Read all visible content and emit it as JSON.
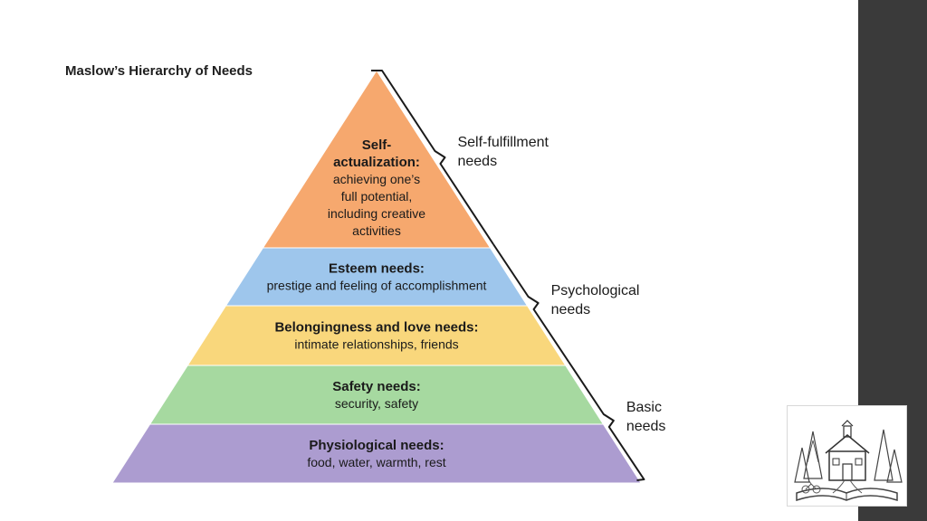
{
  "slide": {
    "title": "Maslow’s Hierarchy of Needs"
  },
  "pyramid": {
    "tiers": [
      {
        "title_lines": [
          "Self-",
          "actualization:"
        ],
        "desc_lines": [
          "achieving one’s",
          "full potential,",
          "including creative",
          "activities"
        ],
        "color": "#F6A86E"
      },
      {
        "title_lines": [
          "Esteem needs:"
        ],
        "desc_lines": [
          "prestige and feeling of accomplishment"
        ],
        "color": "#9EC6EC"
      },
      {
        "title_lines": [
          "Belongingness and love needs:"
        ],
        "desc_lines": [
          "intimate relationships, friends"
        ],
        "color": "#F9D77C"
      },
      {
        "title_lines": [
          "Safety needs:"
        ],
        "desc_lines": [
          "security, safety"
        ],
        "color": "#A6D9A0"
      },
      {
        "title_lines": [
          "Physiological needs:"
        ],
        "desc_lines": [
          "food, water, warmth, rest"
        ],
        "color": "#AC9CD0"
      }
    ]
  },
  "groups": [
    {
      "label_lines": [
        "Self-fulfillment",
        "needs"
      ]
    },
    {
      "label_lines": [
        "Psychological",
        "needs"
      ]
    },
    {
      "label_lines": [
        "Basic",
        "needs"
      ]
    }
  ],
  "colors": {
    "sidebar": "#3A3A3A",
    "bracket": "#1A1A1A"
  },
  "logo": {
    "icon": "schoolhouse-trees-book-logo-icon"
  }
}
